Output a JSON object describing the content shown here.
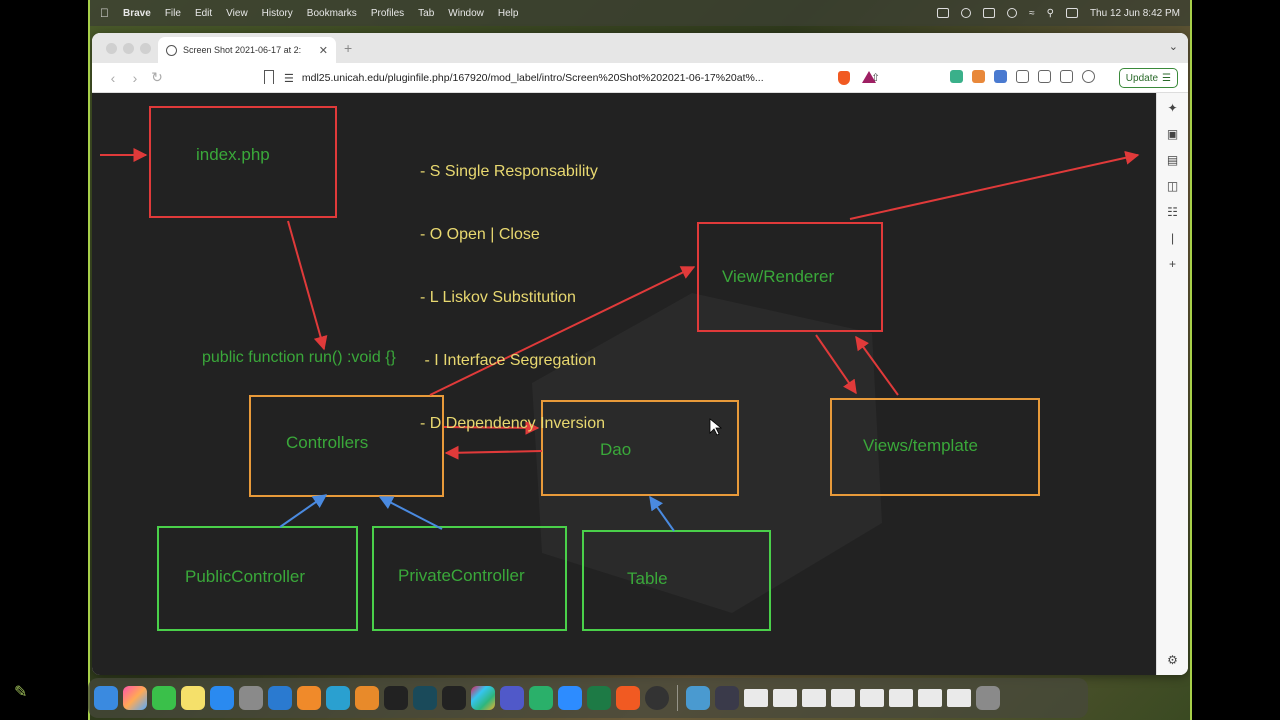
{
  "menubar": {
    "items": [
      "Brave",
      "File",
      "Edit",
      "View",
      "History",
      "Bookmarks",
      "Profiles",
      "Tab",
      "Window",
      "Help"
    ],
    "clock": "Thu 12 Jun  8:42 PM"
  },
  "tab": {
    "title": "Screen Shot 2021-06-17 at 2:"
  },
  "address": {
    "url": "mdl25.unicah.edu/pluginfile.php/167920/mod_label/intro/Screen%20Shot%202021-06-17%20at%..."
  },
  "toolbar": {
    "update_label": "Update"
  },
  "diagram": {
    "solid_principles": [
      "- S Single Responsability",
      "- O Open | Close",
      "- L Liskov Substitution",
      " - I Interface Segregation",
      "- D Dependency Inversion"
    ],
    "code_line": "public function run() :void {}",
    "boxes": {
      "index": "index.php",
      "view_renderer": "View/Renderer",
      "controllers": "Controllers",
      "dao": "Dao",
      "views_template": "Views/template",
      "public_controller": "PublicController",
      "private_controller": "PrivateController",
      "table": "Table"
    },
    "colors": {
      "red": "#e03a3a",
      "orange": "#e89a3a",
      "green": "#4ad04a",
      "blue": "#4a8ae0",
      "text_green": "#3aa83a",
      "text_yellow": "#e8d870"
    }
  }
}
